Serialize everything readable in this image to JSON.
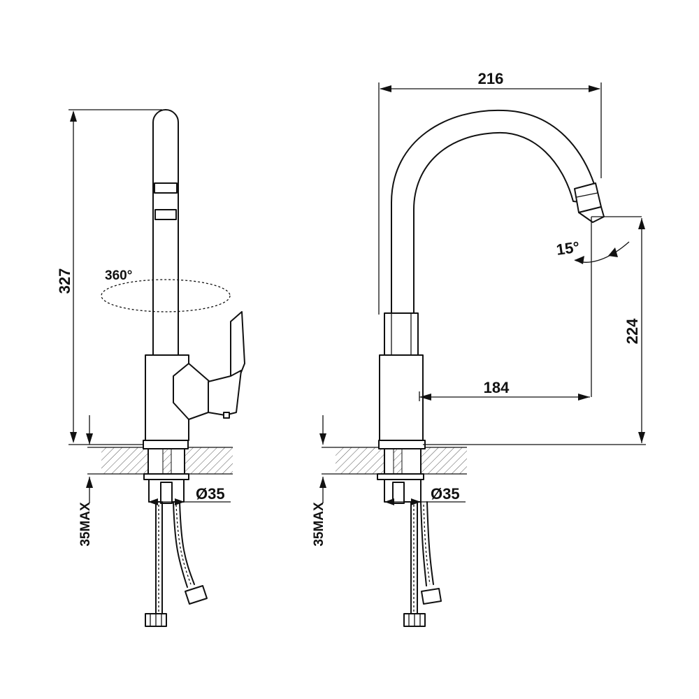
{
  "side_view": {
    "height_label": "327",
    "rotation_label": "360°",
    "hole_label": "Ø35",
    "counter_label": "35MAX"
  },
  "front_view": {
    "width_label": "216",
    "spout_reach_label": "184",
    "spout_height_label": "224",
    "tilt_label": "15°",
    "hole_label": "Ø35",
    "counter_label": "35MAX"
  }
}
